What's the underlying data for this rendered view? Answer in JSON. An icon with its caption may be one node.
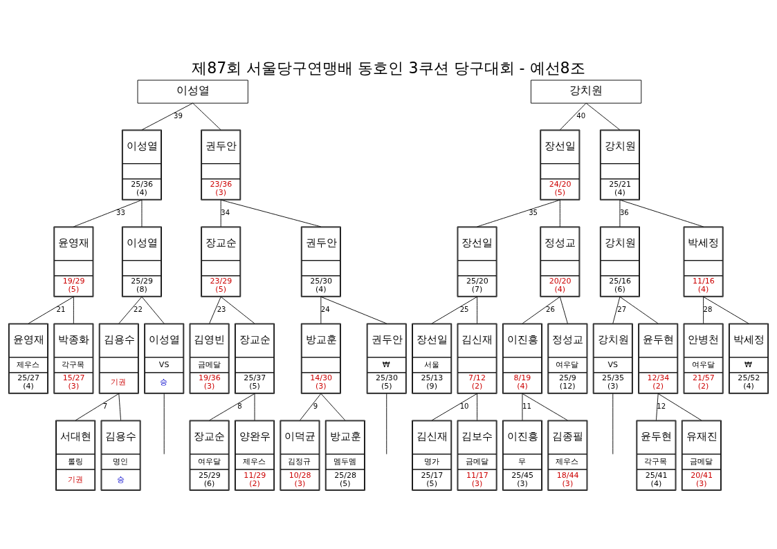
{
  "diagram": {
    "title": "제87회 서울당구연맹배 동호인 3쿠션 당구대회 - 예선8조",
    "nodes": [
      {
        "text": [
          "이성열"
        ]
      },
      {
        "text": [
          "강치원"
        ]
      },
      {
        "text": [
          "이성열",
          "25/36 (4)"
        ]
      },
      {
        "text": [
          "권두안",
          "23/36 (3)"
        ]
      },
      {
        "text": [
          "장선일",
          "24/20 (5)"
        ]
      },
      {
        "text": [
          "강치원",
          "25/21 (4)"
        ]
      },
      {
        "text": [
          "윤영재",
          "19/29 (5)"
        ]
      },
      {
        "text": [
          "이성열",
          "25/29 (8)"
        ]
      },
      {
        "text": [
          "장교순",
          "23/29 (5)"
        ]
      },
      {
        "text": [
          "권두안",
          "25/30 (4)"
        ]
      },
      {
        "text": [
          "장선일",
          "25/20 (7)"
        ]
      },
      {
        "text": [
          "정성교",
          "20/20 (4)"
        ]
      },
      {
        "text": [
          "강치원",
          "25/16 (6)"
        ]
      },
      {
        "text": [
          "박세정",
          "11/16 (4)"
        ]
      },
      {
        "text": [
          "윤영재",
          "제우스",
          "25/27 (4)"
        ]
      },
      {
        "text": [
          "박종화",
          "각구목",
          "15/27 (3)"
        ]
      },
      {
        "text": [
          "김용수",
          "기권"
        ]
      },
      {
        "text": [
          "이성열",
          "VS",
          "승"
        ]
      },
      {
        "text": [
          "김영빈",
          "금메달",
          "19/36 (3)"
        ]
      },
      {
        "text": [
          "장교순",
          "25/37 (5)"
        ]
      },
      {
        "text": [
          "방교훈",
          "14/30 (3)"
        ]
      },
      {
        "text": [
          "권두안",
          "₩",
          "25/30 (5)"
        ]
      },
      {
        "text": [
          "장선일",
          "서울",
          "25/13 (9)"
        ]
      },
      {
        "text": [
          "김신재",
          "7/12 (2)"
        ]
      },
      {
        "text": [
          "이진흥",
          "8/19 (4)"
        ]
      },
      {
        "text": [
          "정성교",
          "여우달",
          "25/9 (12)"
        ]
      },
      {
        "text": [
          "강치원",
          "VS",
          "25/35 (3)"
        ]
      },
      {
        "text": [
          "윤두현",
          "12/34 (2)"
        ]
      },
      {
        "text": [
          "안병천",
          "여우달",
          "21/57 (2)"
        ]
      },
      {
        "text": [
          "박세정",
          "₩",
          "25/52 (4)"
        ]
      },
      {
        "text": [
          "서대현",
          "롤링",
          "기권"
        ]
      },
      {
        "text": [
          "김용수",
          "명인",
          "승"
        ]
      },
      {
        "text": [
          "장교순",
          "여우달",
          "25/29 (6)"
        ]
      },
      {
        "text": [
          "양완우",
          "제우스",
          "11/29 (2)"
        ]
      },
      {
        "text": [
          "이덕균",
          "김정규",
          "10/28 (3)"
        ]
      },
      {
        "text": [
          "방교훈",
          "멤두멤",
          "25/28 (5)"
        ]
      },
      {
        "text": [
          "김신재",
          "명가",
          "25/17 (5)"
        ]
      },
      {
        "text": [
          "김보수",
          "금메달",
          "11/17 (3)"
        ]
      },
      {
        "text": [
          "이진흥",
          "무",
          "25/45 (3)"
        ]
      },
      {
        "text": [
          "김종필",
          "제우스",
          "18/44 (3)"
        ]
      },
      {
        "text": [
          "윤두현",
          "각구목",
          "25/41 (4)"
        ]
      },
      {
        "text": [
          "유재진",
          "금메달",
          "20/41 (3)"
        ]
      }
    ],
    "edges": [
      {
        "from": 0,
        "to": 2,
        "arrow": "none",
        "label": "39"
      },
      {
        "from": 0,
        "to": 3,
        "arrow": "none"
      },
      {
        "from": 1,
        "to": 4,
        "arrow": "none",
        "label": "40"
      },
      {
        "from": 1,
        "to": 5,
        "arrow": "none"
      },
      {
        "from": 2,
        "to": 6,
        "arrow": "none",
        "label": "33"
      },
      {
        "from": 2,
        "to": 7,
        "arrow": "none"
      },
      {
        "from": 3,
        "to": 8,
        "arrow": "none",
        "label": "34"
      },
      {
        "from": 3,
        "to": 9,
        "arrow": "none"
      },
      {
        "from": 4,
        "to": 10,
        "arrow": "none",
        "label": "35"
      },
      {
        "from": 4,
        "to": 11,
        "arrow": "none"
      },
      {
        "from": 5,
        "to": 12,
        "arrow": "none",
        "label": "36"
      },
      {
        "from": 5,
        "to": 13,
        "arrow": "none"
      },
      {
        "from": 6,
        "to": 14,
        "arrow": "none",
        "label": "21"
      },
      {
        "from": 6,
        "to": 15,
        "arrow": "none"
      },
      {
        "from": 7,
        "to": 16,
        "arrow": "none",
        "label": "22"
      },
      {
        "from": 7,
        "to": 17,
        "arrow": "none"
      },
      {
        "from": 8,
        "to": 18,
        "arrow": "none",
        "label": "23"
      },
      {
        "from": 8,
        "to": 19,
        "arrow": "none"
      },
      {
        "from": 9,
        "to": 20,
        "arrow": "none",
        "label": "24"
      },
      {
        "from": 9,
        "to": 21,
        "arrow": "none"
      },
      {
        "from": 10,
        "to": 22,
        "arrow": "none",
        "label": "25"
      },
      {
        "from": 10,
        "to": 23,
        "arrow": "none"
      },
      {
        "from": 11,
        "to": 24,
        "arrow": "none",
        "label": "26"
      },
      {
        "from": 11,
        "to": 25,
        "arrow": "none"
      },
      {
        "from": 12,
        "to": 26,
        "arrow": "none",
        "label": "27"
      },
      {
        "from": 12,
        "to": 27,
        "arrow": "none"
      },
      {
        "from": 13,
        "to": 28,
        "arrow": "none",
        "label": "28"
      },
      {
        "from": 13,
        "to": 29,
        "arrow": "none"
      },
      {
        "from": 16,
        "to": 30,
        "arrow": "none",
        "label": "7"
      },
      {
        "from": 16,
        "to": 31,
        "arrow": "none"
      },
      {
        "from": 17,
        "to": null,
        "arrow": "none"
      },
      {
        "from": 19,
        "to": 32,
        "arrow": "none",
        "label": "8"
      },
      {
        "from": 19,
        "to": 33,
        "arrow": "none"
      },
      {
        "from": 20,
        "to": 34,
        "arrow": "none",
        "label": "9"
      },
      {
        "from": 20,
        "to": 35,
        "arrow": "none"
      },
      {
        "from": 21,
        "to": null,
        "arrow": "none"
      },
      {
        "from": 23,
        "to": 36,
        "arrow": "none",
        "label": "10"
      },
      {
        "from": 23,
        "to": 37,
        "arrow": "none"
      },
      {
        "from": 24,
        "to": 38,
        "arrow": "none",
        "label": "11"
      },
      {
        "from": 24,
        "to": 39,
        "arrow": "none"
      },
      {
        "from": 26,
        "to": null,
        "arrow": "none"
      },
      {
        "from": 27,
        "to": 40,
        "arrow": "none",
        "label": "12"
      },
      {
        "from": 27,
        "to": 41,
        "arrow": "none"
      }
    ]
  }
}
